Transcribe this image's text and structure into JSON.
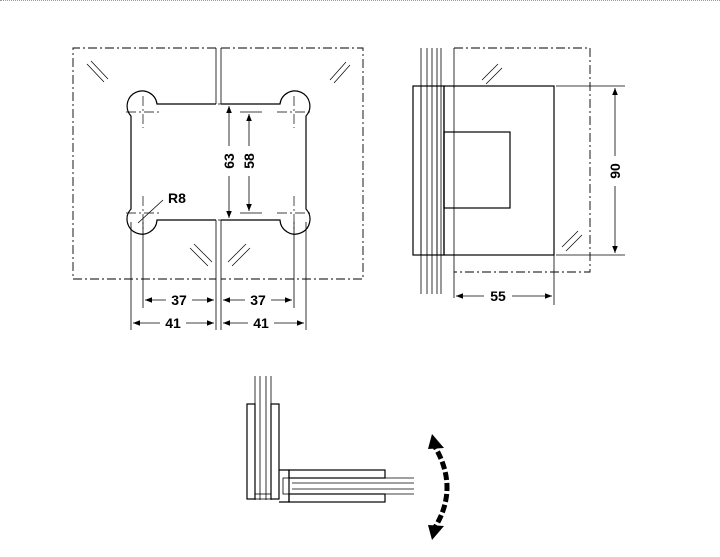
{
  "dimensions": {
    "width_left": "37",
    "width_right": "37",
    "outer_left": "41",
    "outer_right": "41",
    "height_outer": "63",
    "height_inner": "58",
    "radius": "R8",
    "side_height": "90",
    "side_depth": "55"
  }
}
